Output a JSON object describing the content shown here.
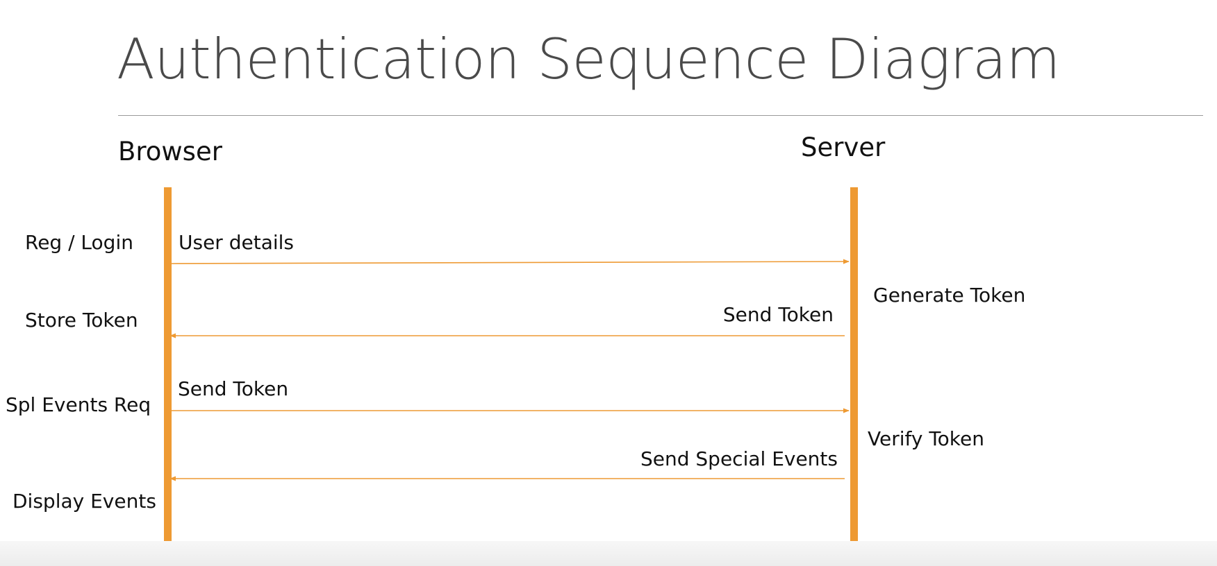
{
  "title": "Authentication Sequence Diagram",
  "actors": {
    "browser": "Browser",
    "server": "Server"
  },
  "left_labels": {
    "reg_login": "Reg / Login",
    "store_token": "Store Token",
    "spl_events_req": "Spl Events Req",
    "display_events": "Display Events"
  },
  "right_labels": {
    "generate_token": "Generate Token",
    "verify_token": "Verify Token"
  },
  "messages": [
    {
      "label": "User details",
      "from": "Browser",
      "to": "Server"
    },
    {
      "label": "Send Token",
      "from": "Server",
      "to": "Browser"
    },
    {
      "label": "Send Token",
      "from": "Browser",
      "to": "Server"
    },
    {
      "label": "Send Special Events",
      "from": "Server",
      "to": "Browser"
    }
  ],
  "colors": {
    "lifeline": "#ee9a33",
    "arrow": "#ee9a33",
    "title": "#4a4a4a",
    "text": "#111111"
  }
}
